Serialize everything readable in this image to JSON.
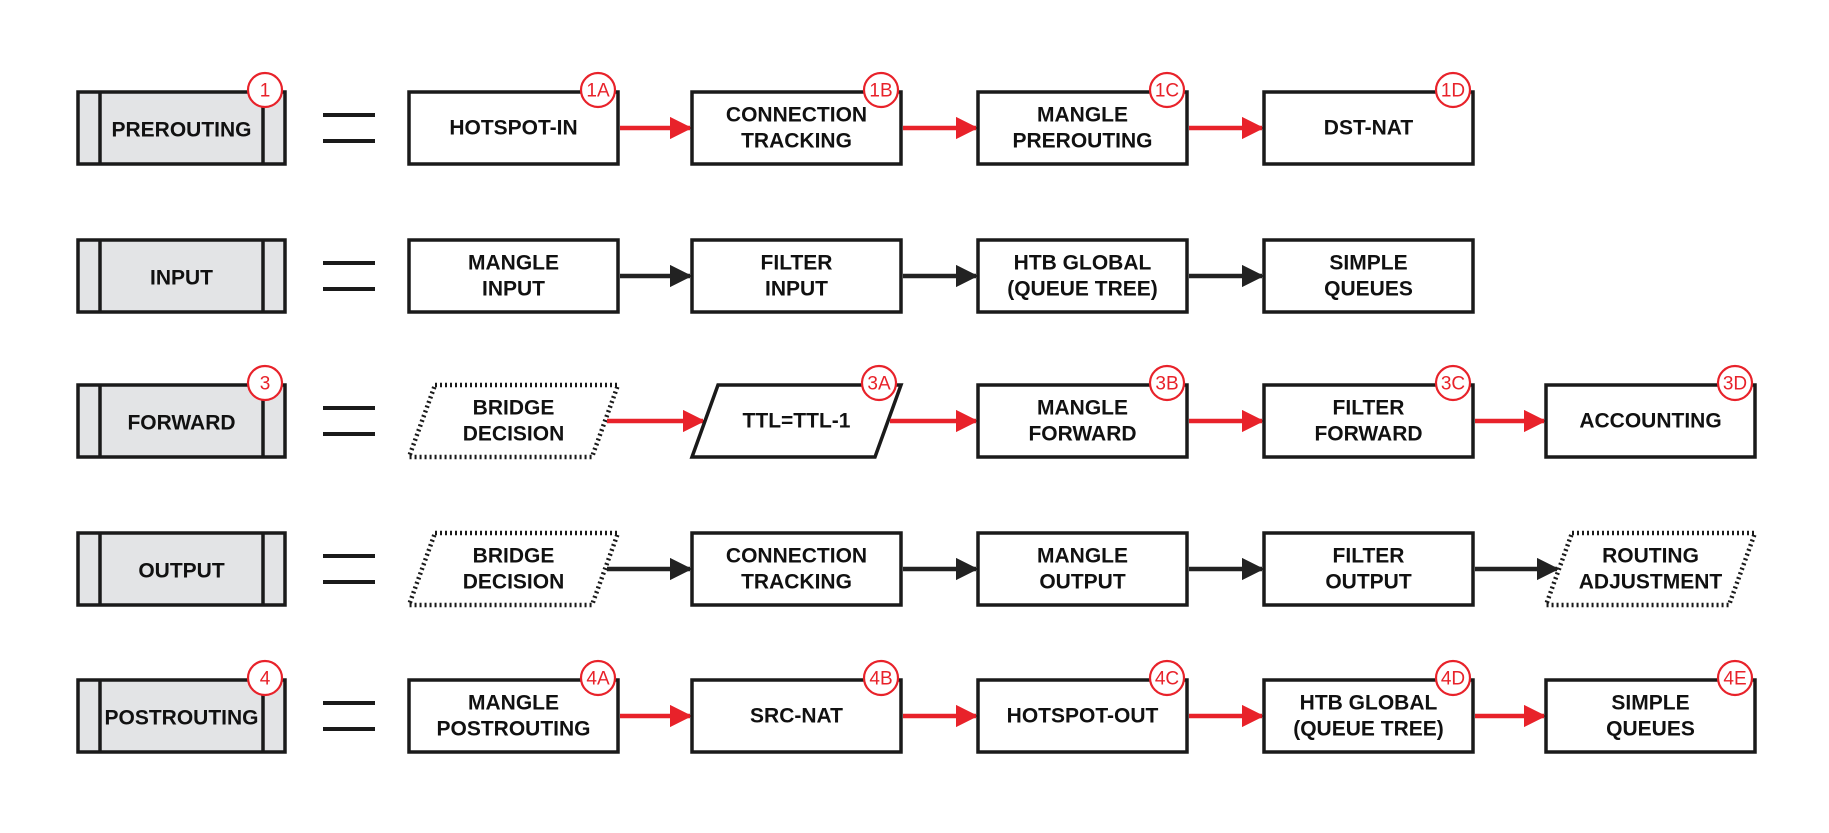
{
  "colors": {
    "active": "#e8222a",
    "inactive": "#222222",
    "chain_fill": "#e3e4e6",
    "stroke": "#1a1a1a"
  },
  "rows": [
    {
      "chain": {
        "label": "PREROUTING",
        "badge": "1"
      },
      "active": true,
      "steps": [
        {
          "lines": [
            "HOTSPOT-IN"
          ],
          "shape": "rect",
          "badge": "1A"
        },
        {
          "lines": [
            "CONNECTION",
            "TRACKING"
          ],
          "shape": "rect",
          "badge": "1B"
        },
        {
          "lines": [
            "MANGLE",
            "PREROUTING"
          ],
          "shape": "rect",
          "badge": "1C"
        },
        {
          "lines": [
            "DST-NAT"
          ],
          "shape": "rect",
          "badge": "1D"
        }
      ]
    },
    {
      "chain": {
        "label": "INPUT",
        "badge": ""
      },
      "active": false,
      "steps": [
        {
          "lines": [
            "MANGLE",
            "INPUT"
          ],
          "shape": "rect",
          "badge": ""
        },
        {
          "lines": [
            "FILTER",
            "INPUT"
          ],
          "shape": "rect",
          "badge": ""
        },
        {
          "lines": [
            "HTB GLOBAL",
            "(QUEUE TREE)"
          ],
          "shape": "rect",
          "badge": ""
        },
        {
          "lines": [
            "SIMPLE",
            "QUEUES"
          ],
          "shape": "rect",
          "badge": ""
        }
      ]
    },
    {
      "chain": {
        "label": "FORWARD",
        "badge": "3"
      },
      "active": true,
      "steps": [
        {
          "lines": [
            "BRIDGE",
            "DECISION"
          ],
          "shape": "para-dotted",
          "badge": ""
        },
        {
          "lines": [
            "TTL=TTL-1"
          ],
          "shape": "para-solid",
          "badge": "3A"
        },
        {
          "lines": [
            "MANGLE",
            "FORWARD"
          ],
          "shape": "rect",
          "badge": "3B"
        },
        {
          "lines": [
            "FILTER",
            "FORWARD"
          ],
          "shape": "rect",
          "badge": "3C"
        },
        {
          "lines": [
            "ACCOUNTING"
          ],
          "shape": "rect",
          "badge": "3D"
        }
      ]
    },
    {
      "chain": {
        "label": "OUTPUT",
        "badge": ""
      },
      "active": false,
      "steps": [
        {
          "lines": [
            "BRIDGE",
            "DECISION"
          ],
          "shape": "para-dotted",
          "badge": ""
        },
        {
          "lines": [
            "CONNECTION",
            "TRACKING"
          ],
          "shape": "rect",
          "badge": ""
        },
        {
          "lines": [
            "MANGLE",
            "OUTPUT"
          ],
          "shape": "rect",
          "badge": ""
        },
        {
          "lines": [
            "FILTER",
            "OUTPUT"
          ],
          "shape": "rect",
          "badge": ""
        },
        {
          "lines": [
            "ROUTING",
            "ADJUSTMENT"
          ],
          "shape": "para-dotted",
          "badge": ""
        }
      ]
    },
    {
      "chain": {
        "label": "POSTROUTING",
        "badge": "4"
      },
      "active": true,
      "steps": [
        {
          "lines": [
            "MANGLE",
            "POSTROUTING"
          ],
          "shape": "rect",
          "badge": "4A"
        },
        {
          "lines": [
            "SRC-NAT"
          ],
          "shape": "rect",
          "badge": "4B"
        },
        {
          "lines": [
            "HOTSPOT-OUT"
          ],
          "shape": "rect",
          "badge": "4C"
        },
        {
          "lines": [
            "HTB GLOBAL",
            "(QUEUE TREE)"
          ],
          "shape": "rect",
          "badge": "4D"
        },
        {
          "lines": [
            "SIMPLE",
            "QUEUES"
          ],
          "shape": "rect",
          "badge": "4E"
        }
      ]
    }
  ]
}
